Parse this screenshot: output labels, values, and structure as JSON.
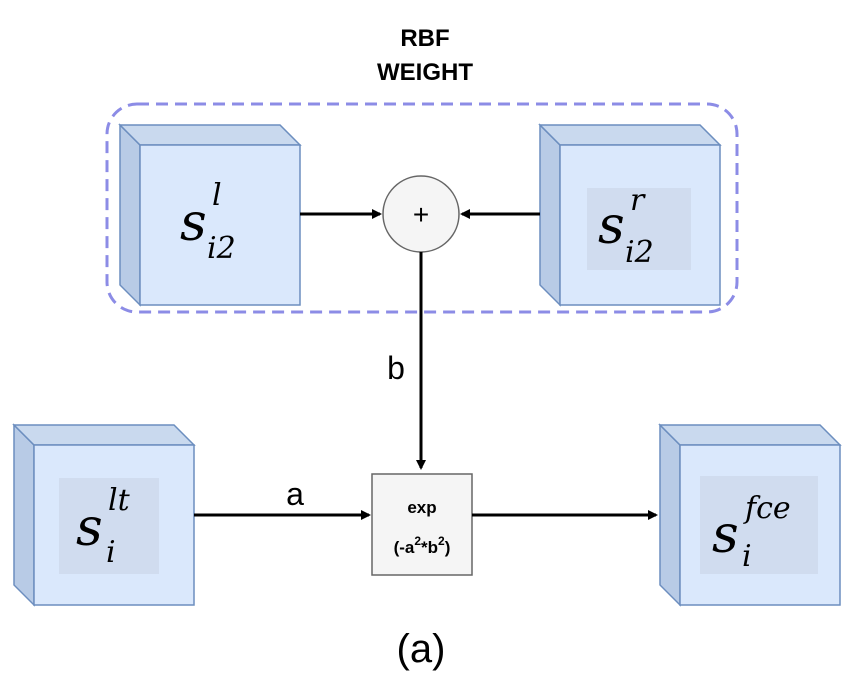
{
  "group": {
    "title_line1": "RBF",
    "title_line2": "WEIGHT"
  },
  "colors": {
    "cube_front": "#dae8fc",
    "cube_side": "#b8cbe6",
    "cube_stroke": "#6c8ebf",
    "group_border": "#8c8ce6",
    "sum_fill": "#f5f5f5",
    "exp_fill": "#f5f5f5"
  },
  "nodes": {
    "s_l": {
      "main": "s",
      "sup": "l",
      "sub": "i2"
    },
    "s_r": {
      "main": "s",
      "sup": "r",
      "sub": "i2"
    },
    "s_lt": {
      "main": "s",
      "sup": "lt",
      "sub": "i"
    },
    "s_fce": {
      "main": "s",
      "sup": "fce",
      "sub": "i"
    },
    "sum": {
      "symbol": "+"
    },
    "exp": {
      "line1": "exp",
      "line2_a": "(-a",
      "sup1": "2",
      "line2_b": "*b",
      "sup2": "2",
      "line2_c": ")"
    }
  },
  "edges": {
    "b_label": "b",
    "a_label": "a"
  },
  "caption": "(a)"
}
